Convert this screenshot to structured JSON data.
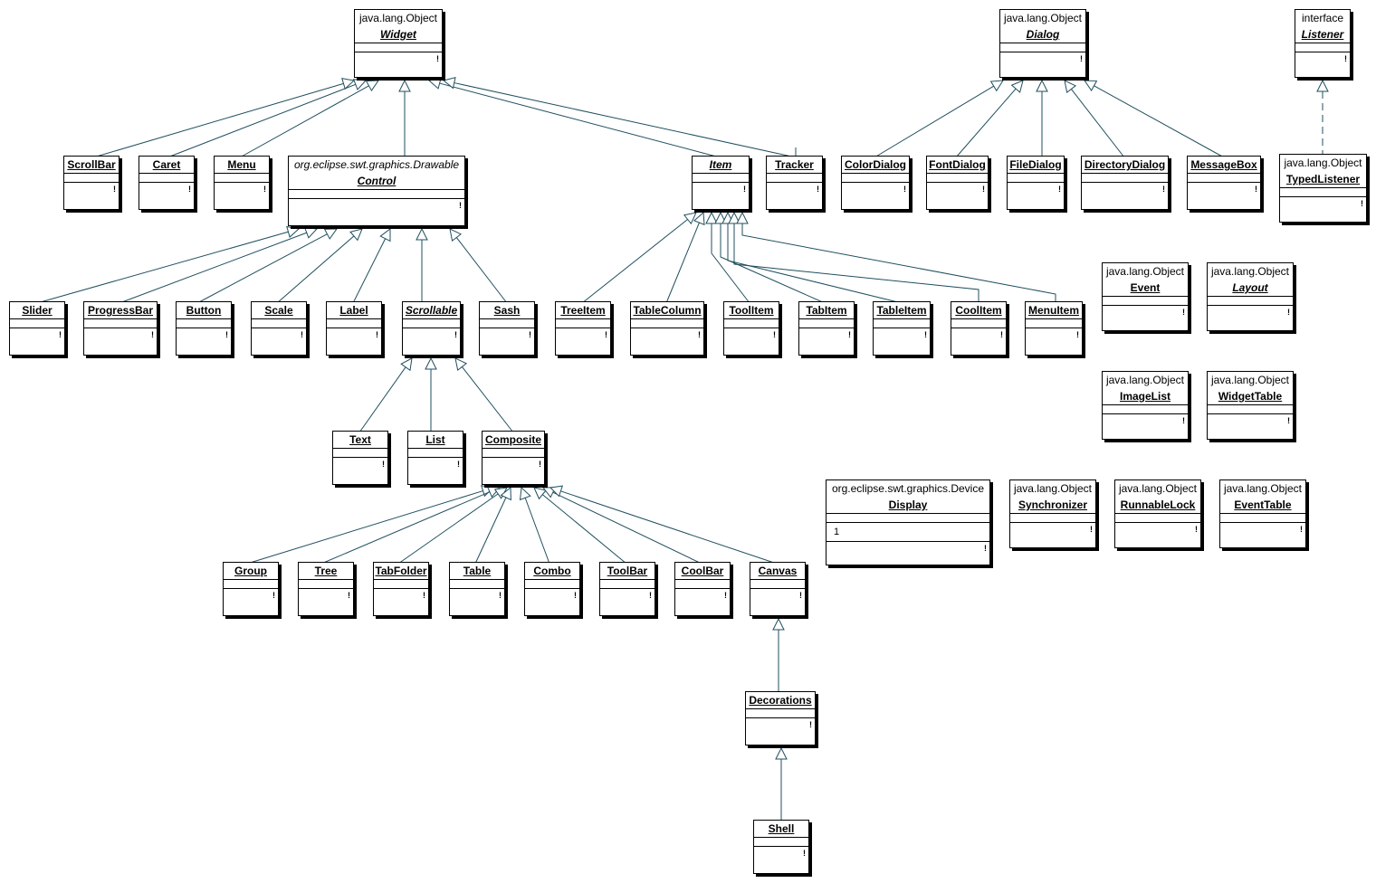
{
  "diagram": {
    "classes": [
      {
        "id": "widget",
        "stereo": "java.lang.Object",
        "name": "Widget",
        "abstract": true
      },
      {
        "id": "dialog",
        "stereo": "java.lang.Object",
        "name": "Dialog",
        "abstract": true
      },
      {
        "id": "listener",
        "stereo": "interface",
        "name": "Listener",
        "abstract": true
      },
      {
        "id": "scrollbar",
        "stereo": "",
        "name": "ScrollBar"
      },
      {
        "id": "caret",
        "stereo": "",
        "name": "Caret"
      },
      {
        "id": "menu",
        "stereo": "",
        "name": "Menu"
      },
      {
        "id": "control",
        "stereo": "org.eclipse.swt.graphics.Drawable",
        "name": "Control",
        "abstract": true,
        "stereoItalic": true
      },
      {
        "id": "item",
        "stereo": "",
        "name": "Item",
        "abstract": true
      },
      {
        "id": "tracker",
        "stereo": "",
        "name": "Tracker"
      },
      {
        "id": "colordialog",
        "stereo": "",
        "name": "ColorDialog"
      },
      {
        "id": "fontdialog",
        "stereo": "",
        "name": "FontDialog"
      },
      {
        "id": "filedialog",
        "stereo": "",
        "name": "FileDialog"
      },
      {
        "id": "directorydialog",
        "stereo": "",
        "name": "DirectoryDialog"
      },
      {
        "id": "messagebox",
        "stereo": "",
        "name": "MessageBox"
      },
      {
        "id": "typedlistener",
        "stereo": "java.lang.Object",
        "name": "TypedListener"
      },
      {
        "id": "slider",
        "stereo": "",
        "name": "Slider"
      },
      {
        "id": "progressbar",
        "stereo": "",
        "name": "ProgressBar"
      },
      {
        "id": "button",
        "stereo": "",
        "name": "Button"
      },
      {
        "id": "scale",
        "stereo": "",
        "name": "Scale"
      },
      {
        "id": "label",
        "stereo": "",
        "name": "Label"
      },
      {
        "id": "scrollable",
        "stereo": "",
        "name": "Scrollable",
        "abstract": true
      },
      {
        "id": "sash",
        "stereo": "",
        "name": "Sash"
      },
      {
        "id": "treeitem",
        "stereo": "",
        "name": "TreeItem"
      },
      {
        "id": "tablecolumn",
        "stereo": "",
        "name": "TableColumn"
      },
      {
        "id": "toolitem",
        "stereo": "",
        "name": "ToolItem"
      },
      {
        "id": "tabitem",
        "stereo": "",
        "name": "TabItem"
      },
      {
        "id": "tableitem",
        "stereo": "",
        "name": "TableItem"
      },
      {
        "id": "coolitem",
        "stereo": "",
        "name": "CoolItem"
      },
      {
        "id": "menuitem",
        "stereo": "",
        "name": "MenuItem"
      },
      {
        "id": "event",
        "stereo": "java.lang.Object",
        "name": "Event"
      },
      {
        "id": "layout",
        "stereo": "java.lang.Object",
        "name": "Layout",
        "abstract": true
      },
      {
        "id": "imagelist",
        "stereo": "java.lang.Object",
        "name": "ImageList"
      },
      {
        "id": "widgettable",
        "stereo": "java.lang.Object",
        "name": "WidgetTable"
      },
      {
        "id": "text",
        "stereo": "",
        "name": "Text"
      },
      {
        "id": "list",
        "stereo": "",
        "name": "List"
      },
      {
        "id": "composite",
        "stereo": "",
        "name": "Composite"
      },
      {
        "id": "display",
        "stereo": "org.eclipse.swt.graphics.Device",
        "name": "Display",
        "multiplicity": "1"
      },
      {
        "id": "synchronizer",
        "stereo": "java.lang.Object",
        "name": "Synchronizer"
      },
      {
        "id": "runnablelock",
        "stereo": "java.lang.Object",
        "name": "RunnableLock"
      },
      {
        "id": "eventtable",
        "stereo": "java.lang.Object",
        "name": "EventTable"
      },
      {
        "id": "group",
        "stereo": "",
        "name": "Group"
      },
      {
        "id": "tree",
        "stereo": "",
        "name": "Tree"
      },
      {
        "id": "tabfolder",
        "stereo": "",
        "name": "TabFolder"
      },
      {
        "id": "table",
        "stereo": "",
        "name": "Table"
      },
      {
        "id": "combo",
        "stereo": "",
        "name": "Combo"
      },
      {
        "id": "toolbar",
        "stereo": "",
        "name": "ToolBar"
      },
      {
        "id": "coolbar",
        "stereo": "",
        "name": "CoolBar"
      },
      {
        "id": "canvas",
        "stereo": "",
        "name": "Canvas"
      },
      {
        "id": "decorations",
        "stereo": "",
        "name": "Decorations"
      },
      {
        "id": "shell",
        "stereo": "",
        "name": "Shell"
      }
    ],
    "relations": [
      {
        "from": "scrollbar",
        "to": "widget",
        "kind": "inherits"
      },
      {
        "from": "caret",
        "to": "widget",
        "kind": "inherits"
      },
      {
        "from": "menu",
        "to": "widget",
        "kind": "inherits"
      },
      {
        "from": "control",
        "to": "widget",
        "kind": "inherits"
      },
      {
        "from": "item",
        "to": "widget",
        "kind": "inherits"
      },
      {
        "from": "tracker",
        "to": "widget",
        "kind": "inherits"
      },
      {
        "from": "colordialog",
        "to": "dialog",
        "kind": "inherits"
      },
      {
        "from": "fontdialog",
        "to": "dialog",
        "kind": "inherits"
      },
      {
        "from": "filedialog",
        "to": "dialog",
        "kind": "inherits"
      },
      {
        "from": "directorydialog",
        "to": "dialog",
        "kind": "inherits"
      },
      {
        "from": "messagebox",
        "to": "dialog",
        "kind": "inherits"
      },
      {
        "from": "typedlistener",
        "to": "listener",
        "kind": "implements"
      },
      {
        "from": "slider",
        "to": "control",
        "kind": "inherits"
      },
      {
        "from": "progressbar",
        "to": "control",
        "kind": "inherits"
      },
      {
        "from": "button",
        "to": "control",
        "kind": "inherits"
      },
      {
        "from": "scale",
        "to": "control",
        "kind": "inherits"
      },
      {
        "from": "label",
        "to": "control",
        "kind": "inherits"
      },
      {
        "from": "scrollable",
        "to": "control",
        "kind": "inherits"
      },
      {
        "from": "sash",
        "to": "control",
        "kind": "inherits"
      },
      {
        "from": "treeitem",
        "to": "item",
        "kind": "inherits"
      },
      {
        "from": "tablecolumn",
        "to": "item",
        "kind": "inherits"
      },
      {
        "from": "toolitem",
        "to": "item",
        "kind": "inherits"
      },
      {
        "from": "tabitem",
        "to": "item",
        "kind": "inherits"
      },
      {
        "from": "tableitem",
        "to": "item",
        "kind": "inherits"
      },
      {
        "from": "coolitem",
        "to": "item",
        "kind": "inherits"
      },
      {
        "from": "menuitem",
        "to": "item",
        "kind": "inherits"
      },
      {
        "from": "text",
        "to": "scrollable",
        "kind": "inherits"
      },
      {
        "from": "list",
        "to": "scrollable",
        "kind": "inherits"
      },
      {
        "from": "composite",
        "to": "scrollable",
        "kind": "inherits"
      },
      {
        "from": "group",
        "to": "composite",
        "kind": "inherits"
      },
      {
        "from": "tree",
        "to": "composite",
        "kind": "inherits"
      },
      {
        "from": "tabfolder",
        "to": "composite",
        "kind": "inherits"
      },
      {
        "from": "table",
        "to": "composite",
        "kind": "inherits"
      },
      {
        "from": "combo",
        "to": "composite",
        "kind": "inherits"
      },
      {
        "from": "toolbar",
        "to": "composite",
        "kind": "inherits"
      },
      {
        "from": "coolbar",
        "to": "composite",
        "kind": "inherits"
      },
      {
        "from": "canvas",
        "to": "composite",
        "kind": "inherits"
      },
      {
        "from": "decorations",
        "to": "canvas",
        "kind": "inherits"
      },
      {
        "from": "shell",
        "to": "decorations",
        "kind": "inherits"
      }
    ]
  },
  "colors": {
    "edge": "#1f4f5f",
    "box_border": "#000000",
    "background": "#ffffff"
  }
}
